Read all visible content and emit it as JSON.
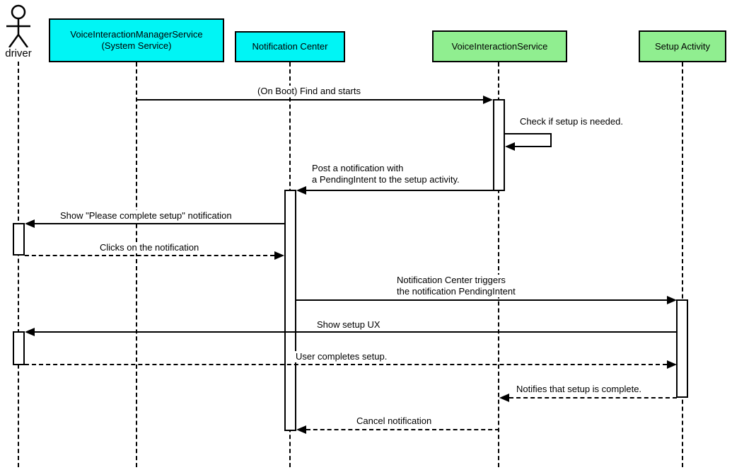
{
  "colors": {
    "cyan": "#00f5f5",
    "green": "#90ee90",
    "line": "#000000",
    "background": "#ffffff"
  },
  "diagram": {
    "type": "uml-sequence-diagram",
    "actor": {
      "label": "driver"
    },
    "participants": [
      {
        "id": "voice-interaction-manager-service",
        "label": "VoiceInteractionManagerService\n(System Service)",
        "color": "cyan"
      },
      {
        "id": "notification-center",
        "label": "Notification Center",
        "color": "cyan"
      },
      {
        "id": "voice-interaction-service",
        "label": "VoiceInteractionService",
        "color": "green"
      },
      {
        "id": "setup-activity",
        "label": "Setup Activity",
        "color": "green"
      }
    ],
    "messages": [
      {
        "label": "(On Boot) Find and starts",
        "from": "VoiceInteractionManagerService (System Service)",
        "to": "VoiceInteractionService",
        "style": "solid"
      },
      {
        "label": "Check if setup is needed.",
        "from": "VoiceInteractionService",
        "to": "VoiceInteractionService",
        "style": "solid",
        "self": true
      },
      {
        "label": "Post a notification with\na PendingIntent to the setup activity.",
        "from": "VoiceInteractionService",
        "to": "Notification Center",
        "style": "solid"
      },
      {
        "label": "Show \"Please complete setup\" notification",
        "from": "Notification Center",
        "to": "driver",
        "style": "solid"
      },
      {
        "label": "Clicks on the notification",
        "from": "driver",
        "to": "Notification Center",
        "style": "dashed"
      },
      {
        "label": "Notification Center triggers\nthe notification PendingIntent",
        "from": "Notification Center",
        "to": "Setup Activity",
        "style": "solid"
      },
      {
        "label": "Show setup UX",
        "from": "Setup Activity",
        "to": "driver",
        "style": "solid"
      },
      {
        "label": "User completes setup.",
        "from": "driver",
        "to": "Setup Activity",
        "style": "dashed"
      },
      {
        "label": "Notifies that setup is complete.",
        "from": "Setup Activity",
        "to": "VoiceInteractionService",
        "style": "dashed"
      },
      {
        "label": "Cancel notification",
        "from": "VoiceInteractionService",
        "to": "Notification Center",
        "style": "dashed"
      }
    ]
  }
}
